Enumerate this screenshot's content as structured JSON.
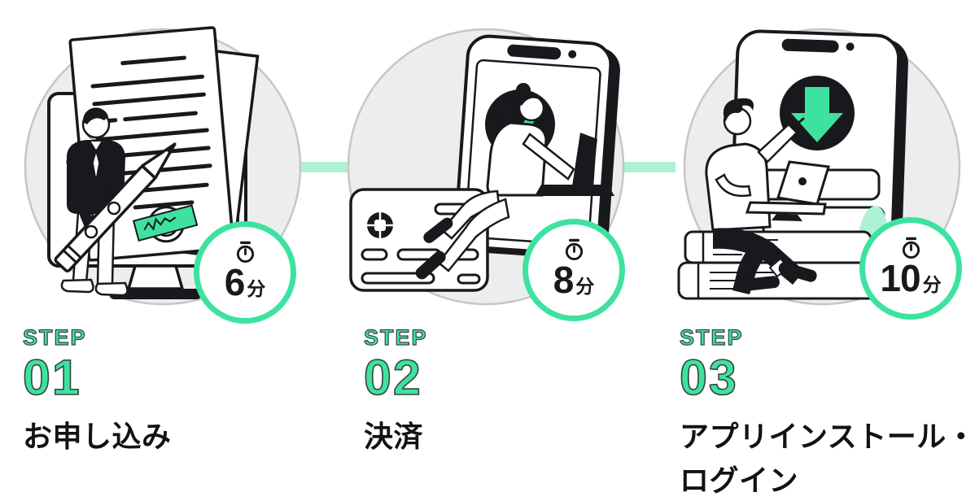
{
  "palette": {
    "green": "#3EE2A0",
    "green_light": "#AEF2D6",
    "ink": "#17191C",
    "circle_fill": "#EDEDED",
    "circle_stroke": "#C6C6C6"
  },
  "steps": [
    {
      "label": "STEP",
      "number": "01",
      "title": "お申し込み",
      "duration": {
        "value": "6",
        "unit": "分"
      },
      "timer_icon": "stopwatch-icon",
      "illustration": "man-signing-contract-with-giant-pencil-in-front-of-monitor"
    },
    {
      "label": "STEP",
      "number": "02",
      "title": "決済",
      "duration": {
        "value": "8",
        "unit": "分"
      },
      "timer_icon": "stopwatch-icon",
      "illustration": "woman-sitting-on-credit-card-with-laptop-phone-checkmark"
    },
    {
      "label": "STEP",
      "number": "03",
      "title": "アプリインストール・ログイン",
      "duration": {
        "value": "10",
        "unit": "分"
      },
      "timer_icon": "stopwatch-icon",
      "illustration": "man-sitting-on-books-with-laptop-phone-download-arrow"
    }
  ]
}
